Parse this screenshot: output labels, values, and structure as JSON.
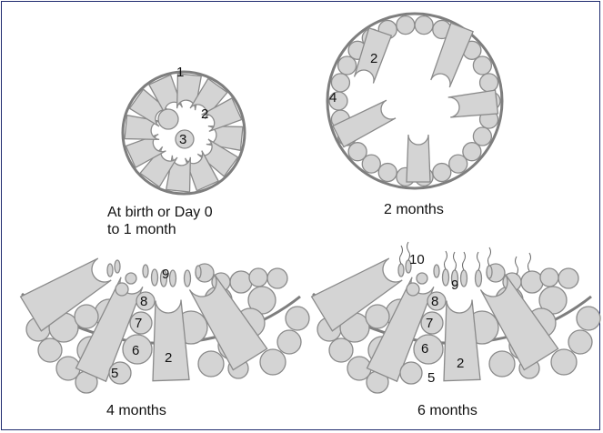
{
  "panels": {
    "birth": {
      "caption_line1": "At birth or Day 0",
      "caption_line2": "to 1 month"
    },
    "two_months": {
      "caption": "2 months"
    },
    "four_months": {
      "caption": "4 months"
    },
    "six_months": {
      "caption": "6 months"
    }
  },
  "labels": {
    "n1": "1",
    "n2": "2",
    "n3": "3",
    "n4": "4",
    "n5": "5",
    "n6": "6",
    "n7": "7",
    "n8": "8",
    "n9": "9",
    "n10": "10"
  },
  "colors": {
    "cell_fill": "#d4d4d4",
    "cell_stroke": "#8a8a8a",
    "wall": "#7e7e7e",
    "border": "#1e2a6e"
  }
}
